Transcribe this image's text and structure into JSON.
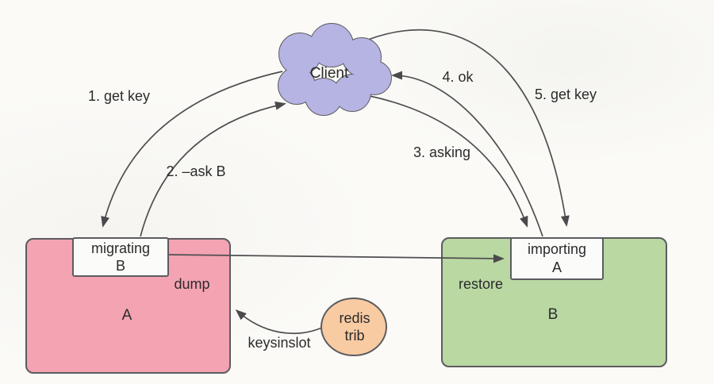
{
  "diagram": {
    "client": {
      "label": "Client"
    },
    "node_a": {
      "label": "A",
      "slot_box": {
        "line1": "migrating",
        "line2": "B"
      },
      "action_label": "dump"
    },
    "node_b": {
      "label": "B",
      "slot_box": {
        "line1": "importing",
        "line2": "A"
      },
      "action_label": "restore"
    },
    "redis_trib": {
      "line1": "redis",
      "line2": "trib",
      "arrow_label": "keysinslot"
    },
    "steps": {
      "s1": "1. get key",
      "s2": "2. –ask B",
      "s3": "3. asking",
      "s4": "4. ok",
      "s5": "5. get key"
    },
    "colors": {
      "client_fill": "#b6b4e3",
      "node_a_fill": "#f4a3b2",
      "node_b_fill": "#b9d8a2",
      "trib_fill": "#f9cba3",
      "inner_box_fill": "#fbfbfa",
      "shape_stroke": "#5c5c60",
      "arrow_stroke": "#4f4f51",
      "text_color": "#2b2b2b"
    }
  }
}
